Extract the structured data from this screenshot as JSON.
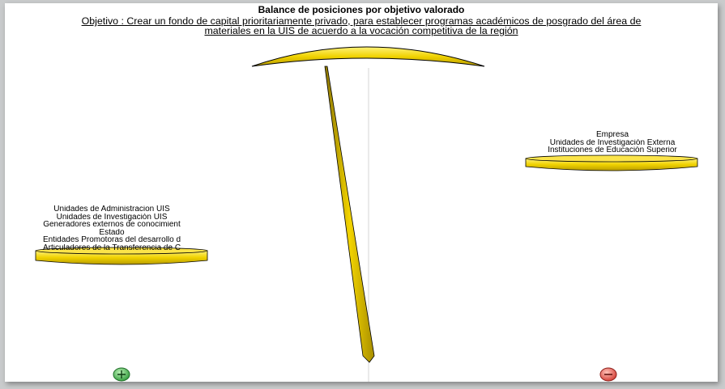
{
  "header": {
    "title": "Balance de posiciones por objetivo valorado",
    "objective_line1": "Objetivo : Crear un fondo de capital prioritariamente privado, para establecer programas académicos de posgrado del área de",
    "objective_line2": "materiales en la UIS de acuerdo a la vocación competitiva de la región"
  },
  "left_pan": {
    "items": [
      "Unidades de Administracion UIS",
      "Unidades de Investigación UIS",
      "Generadores externos de conocimient",
      "Estado",
      "Entidades Promotoras del desarrollo d",
      "Articuladores de la Transferencia de C"
    ]
  },
  "right_pan": {
    "items": [
      "Empresa",
      "Unidades de Investigación Externa",
      "Instituciones de Educación Superior"
    ]
  },
  "controls": {
    "plus_label": "+",
    "minus_label": "−"
  },
  "colors": {
    "gold": "#f2d600",
    "gold_dark": "#7a6a00",
    "plus_green": "#3db04a",
    "minus_red": "#e0403a"
  }
}
